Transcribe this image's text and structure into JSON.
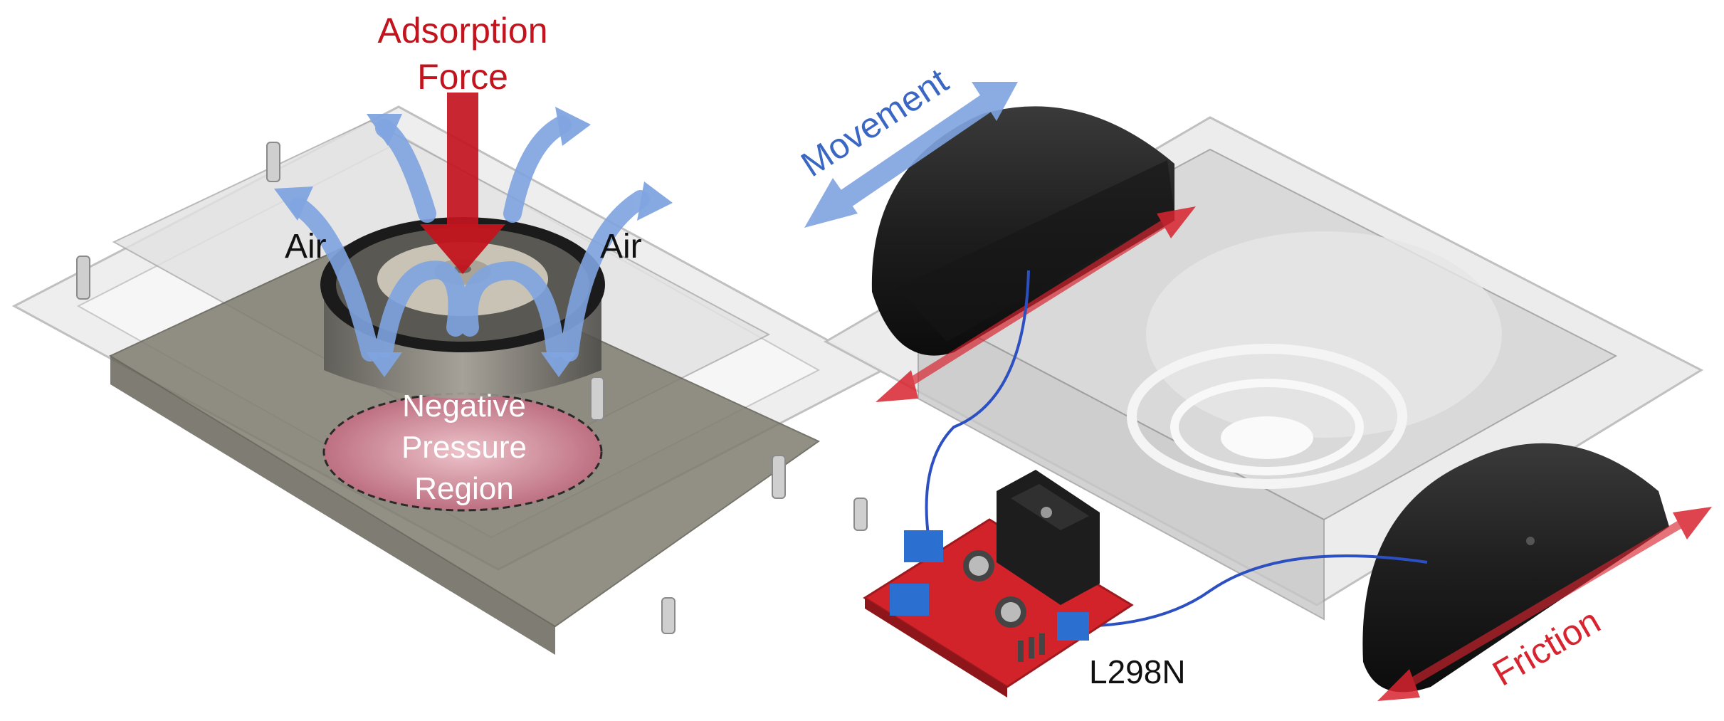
{
  "labels": {
    "adsorption_force": [
      "Adsorption",
      "Force"
    ],
    "air_left": "Air",
    "air_right": "Air",
    "negative_pressure_region": [
      "Negative",
      "Pressure",
      "Region"
    ],
    "movement": "Movement",
    "friction": "Friction",
    "motor_driver": "L298N"
  },
  "colors": {
    "adsorption_red": "#c3141e",
    "air_blue": "#7fa4e0",
    "movement_blue": "#3a67c4",
    "friction_red": "#d8242f",
    "pcb_red": "#d3232a",
    "wire_blue": "#2c4fc2",
    "acrylic_gray": "#d8d8d8",
    "base_dark_gray": "#7f7d70",
    "wheel_black": "#1c1c1c",
    "negative_pressure_pink": "#e8a5b0"
  },
  "icons": {
    "fan": "fan-icon",
    "motor_driver_board": "motor-driver-board-icon",
    "wheel": "wheel-icon"
  }
}
